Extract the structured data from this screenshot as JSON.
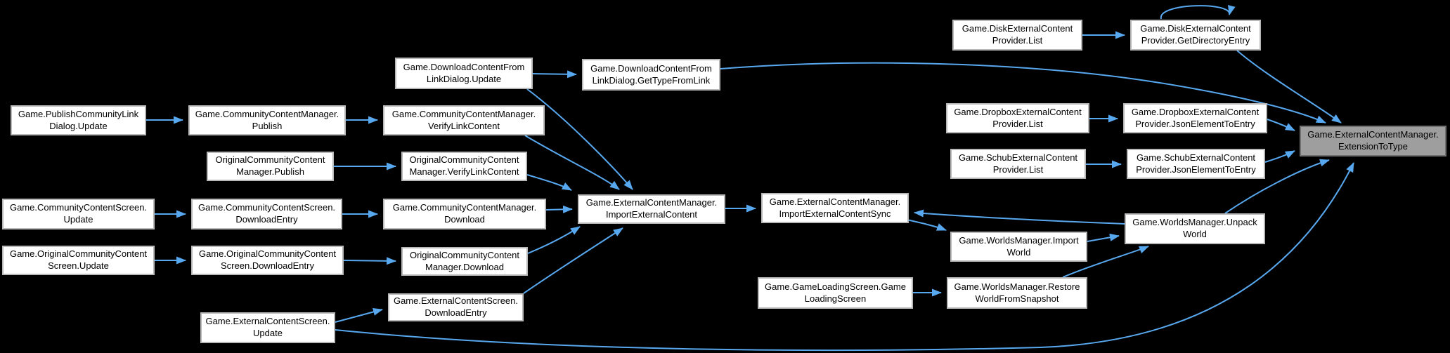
{
  "diagram": {
    "type": "doxygen-caller-graph",
    "highlighted_function": "Game.ExternalContentManager.ExtensionToType",
    "colors": {
      "background": "#000000",
      "edge": "#57a8ef",
      "node_fill": "#ffffff",
      "node_border": "#b8b8b8",
      "node_text": "#000000",
      "highlight_fill": "#9e9e9e",
      "highlight_border": "#707070"
    },
    "nodes": [
      {
        "id": "disk_list",
        "lines": [
          "Game.DiskExternalContent",
          "Provider.List"
        ],
        "highlighted": false
      },
      {
        "id": "disk_gde",
        "lines": [
          "Game.DiskExternalContent",
          "Provider.GetDirectoryEntry"
        ],
        "highlighted": false
      },
      {
        "id": "dl_update",
        "lines": [
          "Game.DownloadContentFrom",
          "LinkDialog.Update"
        ],
        "highlighted": false
      },
      {
        "id": "dl_gettype",
        "lines": [
          "Game.DownloadContentFrom",
          "LinkDialog.GetTypeFromLink"
        ],
        "highlighted": false
      },
      {
        "id": "pub_dialog",
        "lines": [
          "Game.PublishCommunityLink",
          "Dialog.Update"
        ],
        "highlighted": false
      },
      {
        "id": "ccm_publish",
        "lines": [
          "Game.CommunityContentManager.",
          "Publish"
        ],
        "highlighted": false
      },
      {
        "id": "ccm_verify",
        "lines": [
          "Game.CommunityContentManager.",
          "VerifyLinkContent"
        ],
        "highlighted": false
      },
      {
        "id": "occm_publish",
        "lines": [
          "OriginalCommunityContent",
          "Manager.Publish"
        ],
        "highlighted": false
      },
      {
        "id": "occm_verify",
        "lines": [
          "OriginalCommunityContent",
          "Manager.VerifyLinkContent"
        ],
        "highlighted": false
      },
      {
        "id": "ccs_update",
        "lines": [
          "Game.CommunityContentScreen.",
          "Update"
        ],
        "highlighted": false
      },
      {
        "id": "ccs_de",
        "lines": [
          "Game.CommunityContentScreen.",
          "DownloadEntry"
        ],
        "highlighted": false
      },
      {
        "id": "ccm_download",
        "lines": [
          "Game.CommunityContentManager.",
          "Download"
        ],
        "highlighted": false
      },
      {
        "id": "import_ec",
        "lines": [
          "Game.ExternalContentManager.",
          "ImportExternalContent"
        ],
        "highlighted": false
      },
      {
        "id": "ocs_update",
        "lines": [
          "Game.OriginalCommunityContent",
          "Screen.Update"
        ],
        "highlighted": false
      },
      {
        "id": "ocs_de",
        "lines": [
          "Game.OriginalCommunityContent",
          "Screen.DownloadEntry"
        ],
        "highlighted": false
      },
      {
        "id": "occm_download",
        "lines": [
          "OriginalCommunityContent",
          "Manager.Download"
        ],
        "highlighted": false
      },
      {
        "id": "sync",
        "lines": [
          "Game.ExternalContentManager.",
          "ImportExternalContentSync"
        ],
        "highlighted": false
      },
      {
        "id": "import_world",
        "lines": [
          "Game.WorldsManager.Import",
          "World"
        ],
        "highlighted": false
      },
      {
        "id": "unpack",
        "lines": [
          "Game.WorldsManager.Unpack",
          "World"
        ],
        "highlighted": false
      },
      {
        "id": "dropbox_list",
        "lines": [
          "Game.DropboxExternalContent",
          "Provider.List"
        ],
        "highlighted": false
      },
      {
        "id": "dropbox_jete",
        "lines": [
          "Game.DropboxExternalContent",
          "Provider.JsonElementToEntry"
        ],
        "highlighted": false
      },
      {
        "id": "schub_list",
        "lines": [
          "Game.SchubExternalContent",
          "Provider.List"
        ],
        "highlighted": false
      },
      {
        "id": "schub_jete",
        "lines": [
          "Game.SchubExternalContent",
          "Provider.JsonElementToEntry"
        ],
        "highlighted": false
      },
      {
        "id": "ext_to_type",
        "lines": [
          "Game.ExternalContentManager.",
          "ExtensionToType"
        ],
        "highlighted": true
      },
      {
        "id": "gls",
        "lines": [
          "Game.GameLoadingScreen.Game",
          "LoadingScreen"
        ],
        "highlighted": false
      },
      {
        "id": "restore",
        "lines": [
          "Game.WorldsManager.Restore",
          "WorldFromSnapshot"
        ],
        "highlighted": false
      },
      {
        "id": "ecs_de",
        "lines": [
          "Game.ExternalContentScreen.",
          "DownloadEntry"
        ],
        "highlighted": false
      },
      {
        "id": "ecs_update",
        "lines": [
          "Game.ExternalContentScreen.",
          "Update"
        ],
        "highlighted": false
      }
    ],
    "edges": [
      {
        "from": "pub_dialog",
        "to": "ccm_publish"
      },
      {
        "from": "ccm_publish",
        "to": "ccm_verify"
      },
      {
        "from": "ccm_verify",
        "to": "import_ec"
      },
      {
        "from": "occm_publish",
        "to": "occm_verify"
      },
      {
        "from": "occm_verify",
        "to": "import_ec"
      },
      {
        "from": "ccs_update",
        "to": "ccs_de"
      },
      {
        "from": "ccs_de",
        "to": "ccm_download"
      },
      {
        "from": "ccm_download",
        "to": "import_ec"
      },
      {
        "from": "ocs_update",
        "to": "ocs_de"
      },
      {
        "from": "ocs_de",
        "to": "occm_download"
      },
      {
        "from": "occm_download",
        "to": "import_ec"
      },
      {
        "from": "dl_update",
        "to": "dl_gettype"
      },
      {
        "from": "dl_update",
        "to": "import_ec"
      },
      {
        "from": "dl_gettype",
        "to": "ext_to_type"
      },
      {
        "from": "ecs_update",
        "to": "ecs_de"
      },
      {
        "from": "ecs_de",
        "to": "import_ec"
      },
      {
        "from": "ecs_update",
        "to": "ext_to_type"
      },
      {
        "from": "import_ec",
        "to": "sync"
      },
      {
        "from": "sync",
        "to": "import_world"
      },
      {
        "from": "import_world",
        "to": "unpack"
      },
      {
        "from": "unpack",
        "to": "sync"
      },
      {
        "from": "unpack",
        "to": "ext_to_type"
      },
      {
        "from": "gls",
        "to": "restore"
      },
      {
        "from": "restore",
        "to": "unpack"
      },
      {
        "from": "disk_list",
        "to": "disk_gde"
      },
      {
        "from": "disk_gde",
        "to": "disk_gde",
        "recursive": true
      },
      {
        "from": "disk_gde",
        "to": "ext_to_type"
      },
      {
        "from": "dropbox_list",
        "to": "dropbox_jete"
      },
      {
        "from": "dropbox_jete",
        "to": "ext_to_type"
      },
      {
        "from": "schub_list",
        "to": "schub_jete"
      },
      {
        "from": "schub_jete",
        "to": "ext_to_type"
      }
    ]
  }
}
